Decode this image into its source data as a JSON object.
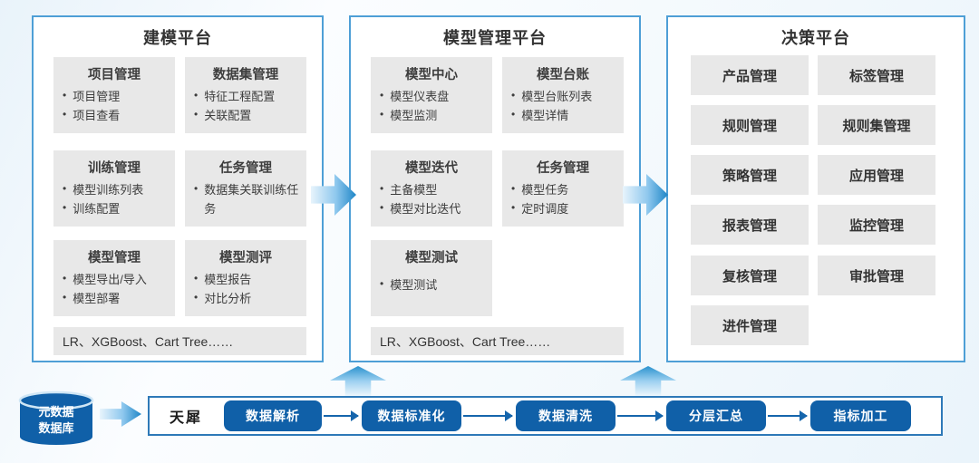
{
  "platforms": [
    {
      "title": "建模平台",
      "modules": [
        {
          "title": "项目管理",
          "items": [
            "项目管理",
            "项目查看"
          ]
        },
        {
          "title": "数据集管理",
          "items": [
            "特征工程配置",
            "关联配置"
          ]
        },
        {
          "title": "训练管理",
          "items": [
            "模型训练列表",
            "训练配置"
          ]
        },
        {
          "title": "任务管理",
          "items": [
            "数据集关联训练任务"
          ]
        },
        {
          "title": "模型管理",
          "items": [
            "模型导出/导入",
            "模型部署"
          ]
        },
        {
          "title": "模型测评",
          "items": [
            "模型报告",
            "对比分析"
          ]
        }
      ],
      "footer": "LR、XGBoost、Cart Tree……"
    },
    {
      "title": "模型管理平台",
      "modules": [
        {
          "title": "模型中心",
          "items": [
            "模型仪表盘",
            "模型监测"
          ]
        },
        {
          "title": "模型台账",
          "items": [
            "模型台账列表",
            "模型详情"
          ]
        },
        {
          "title": "模型迭代",
          "items": [
            "主备模型",
            "模型对比迭代"
          ]
        },
        {
          "title": "任务管理",
          "items": [
            "模型任务",
            "定时调度"
          ]
        },
        {
          "title": "模型测试",
          "items": [
            "模型测试"
          ]
        }
      ],
      "footer": "LR、XGBoost、Cart Tree……"
    },
    {
      "title": "决策平台",
      "buttons": [
        "产品管理",
        "标签管理",
        "规则管理",
        "规则集管理",
        "策略管理",
        "应用管理",
        "报表管理",
        "监控管理",
        "复核管理",
        "审批管理",
        "进件管理"
      ]
    }
  ],
  "pipeline": {
    "source_lines": [
      "元数据",
      "数据库"
    ],
    "engine_label": "天犀",
    "steps": [
      "数据解析",
      "数据标准化",
      "数据清洗",
      "分层汇总",
      "指标加工"
    ]
  },
  "colors": {
    "panel_border": "#4e9fd6",
    "card_bg": "#e8e8e8",
    "deep_blue": "#1060a8",
    "pipeline_border": "#2e79b8",
    "arrow_gradient_tip": "#1e86c7"
  }
}
